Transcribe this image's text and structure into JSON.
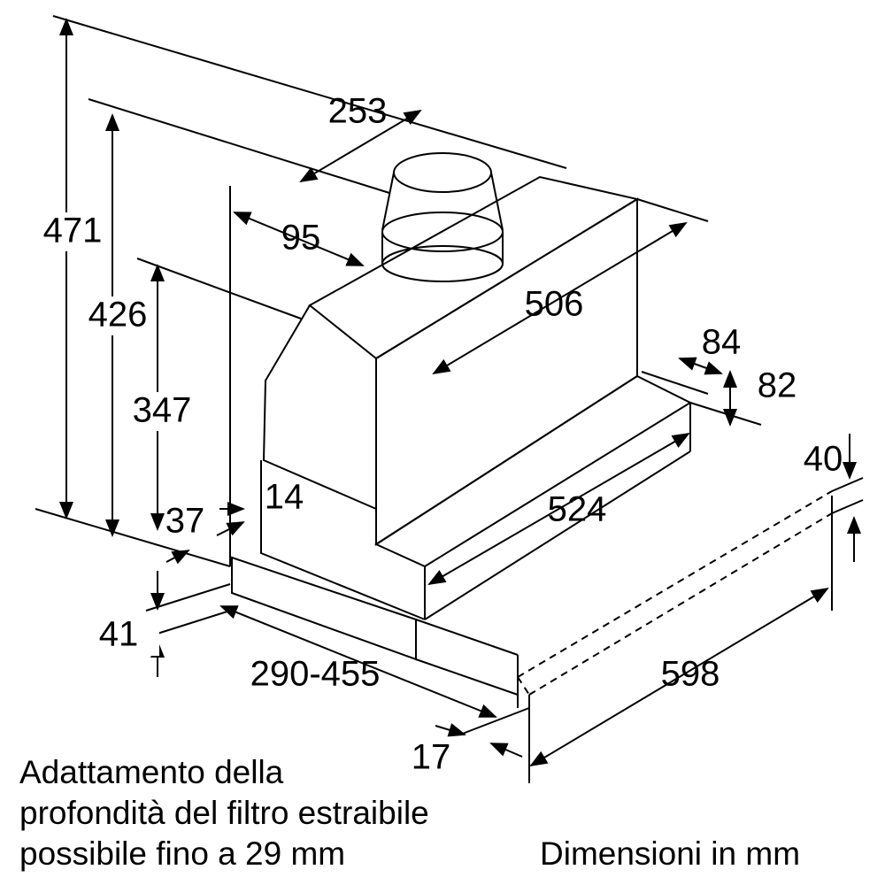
{
  "dimensions": {
    "d471": "471",
    "d426": "426",
    "d347": "347",
    "d253": "253",
    "d95": "95",
    "d506": "506",
    "d84": "84",
    "d82": "82",
    "d40": "40",
    "d14": "14",
    "d37": "37",
    "d524": "524",
    "d41": "41",
    "d290_455": "290-455",
    "d598": "598",
    "d17": "17"
  },
  "caption": {
    "line1": "Adattamento della",
    "line2": "profondità del filtro estraibile",
    "line3": "possibile fino a 29 mm"
  },
  "units_note": "Dimensioni in mm"
}
